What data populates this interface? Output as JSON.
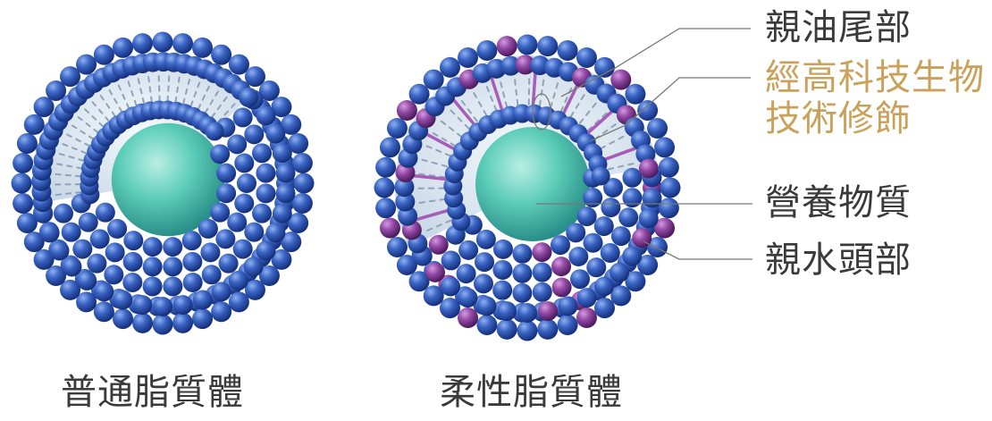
{
  "diagram": {
    "labels": {
      "lipophilic_tail": "親油尾部",
      "tech_modification_line1": "經高科技生物",
      "tech_modification_line2": "技術修飾",
      "nutrient": "營養物質",
      "hydrophilic_head": "親水頭部"
    },
    "captions": {
      "normal": "普通脂質體",
      "flexible": "柔性脂質體"
    },
    "colors": {
      "label_text": "#3a3a3a",
      "highlight_text": "#c9a15a",
      "sphere_blue": "#2f58b4",
      "sphere_purple": "#8a3f9c",
      "core_teal": "#4fc2b0",
      "leader_line": "#777777"
    }
  }
}
